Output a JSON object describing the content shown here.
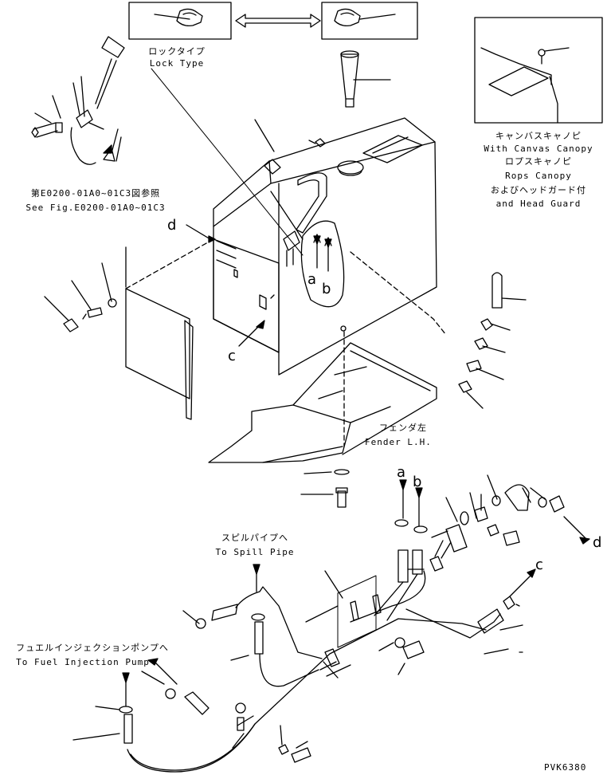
{
  "labels": {
    "lock_type_jp": "ロックタイプ",
    "lock_type_en": "Lock Type",
    "canvas_canopy_jp": "キャンバスキャノピ",
    "canvas_canopy_en": "With Canvas Canopy",
    "rops_canopy_jp": "ロプスキャノピ",
    "rops_canopy_en": "Rops Canopy",
    "head_guard_jp": "およびヘッドガード付",
    "head_guard_en": "and Head Guard",
    "see_fig_jp": "第E0200-01A0~01C3図参照",
    "see_fig_en": "See Fig.E0200-01A0~01C3",
    "fender_jp": "フェンダ左",
    "fender_en": "Fender L.H.",
    "spill_jp": "スピルパイプへ",
    "spill_en": "To Spill Pipe",
    "pump_jp": "フュエルインジェクションポンプへ",
    "pump_en": "To Fuel Injection Pump",
    "code": "PVK6380"
  },
  "callouts": [
    "a",
    "b",
    "c",
    "d"
  ]
}
